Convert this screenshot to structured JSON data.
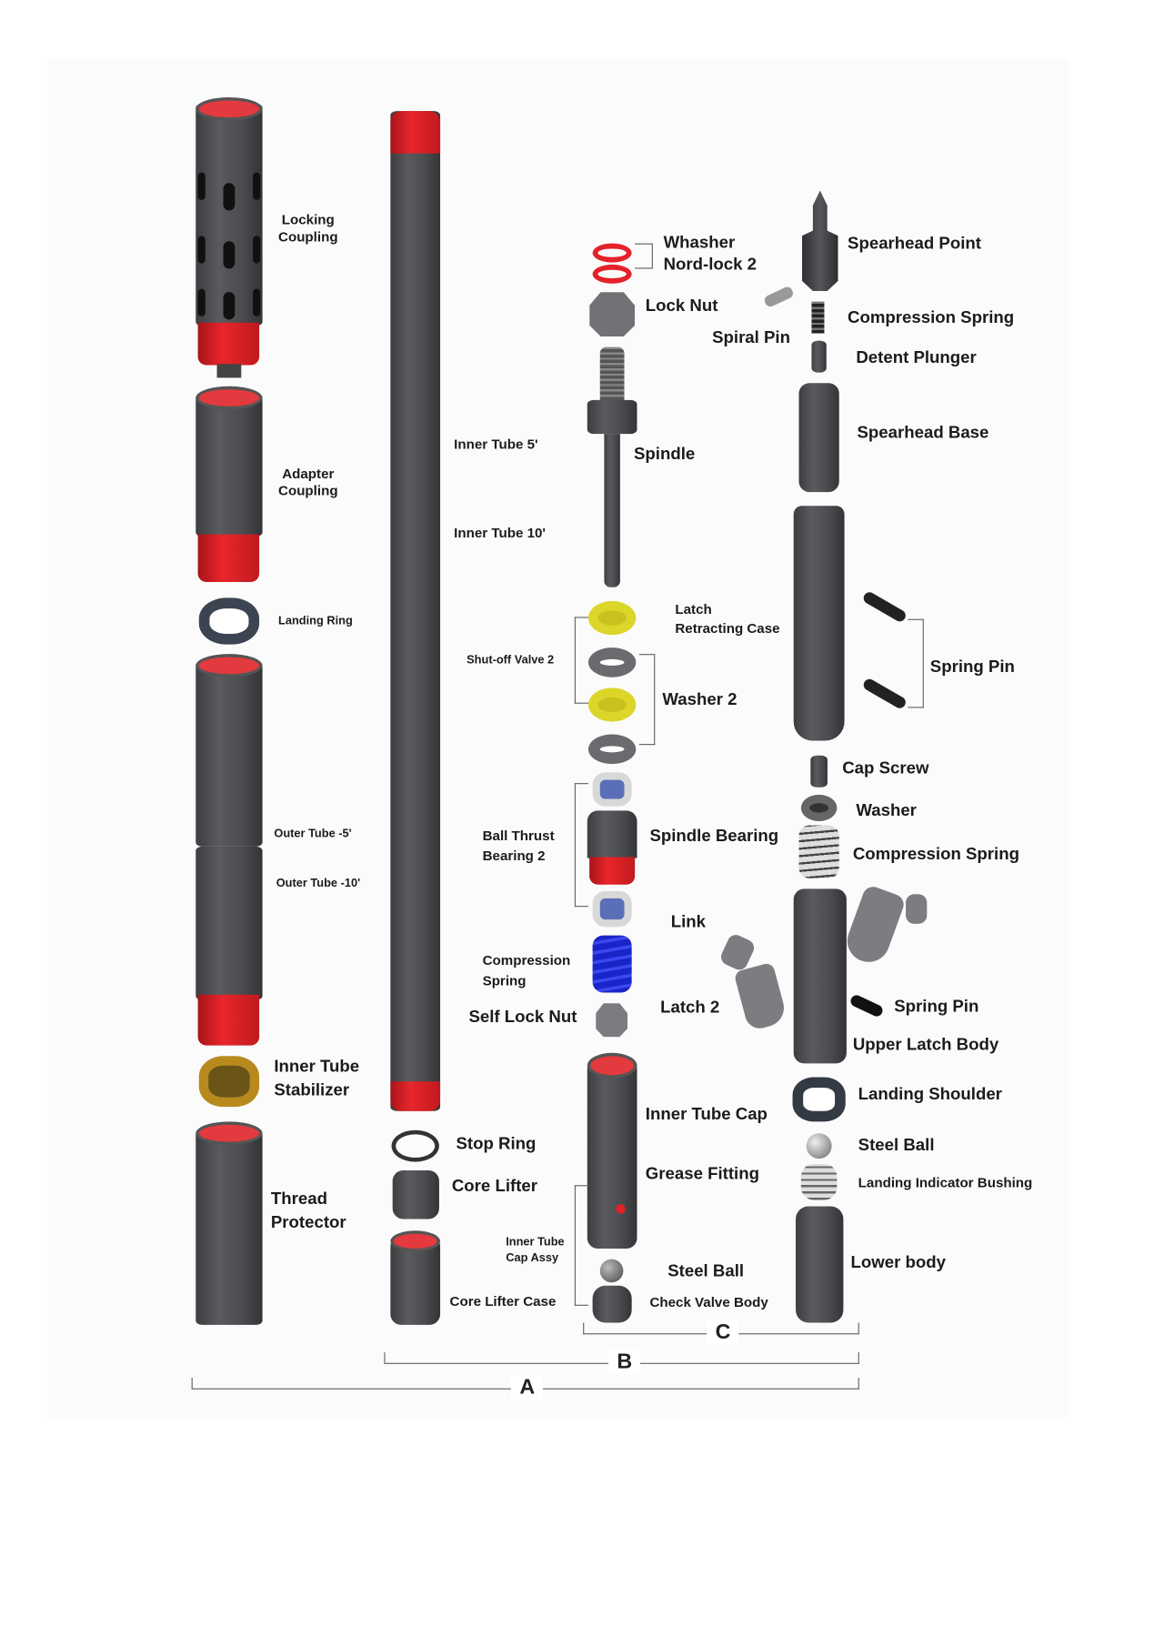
{
  "col_a": {
    "locking_coupling": [
      "Locking",
      "Coupling"
    ],
    "adapter_coupling": [
      "Adapter",
      "Coupling"
    ],
    "landing_ring": "Landing Ring",
    "outer_tube_5": "Outer Tube -5'",
    "outer_tube_10": "Outer Tube -10'",
    "inner_tube_stabilizer": [
      "Inner Tube",
      "Stabilizer"
    ],
    "thread_protector": [
      "Thread",
      "Protector"
    ]
  },
  "col_b": {
    "inner_tube_5": "Inner Tube 5'",
    "inner_tube_10": "Inner Tube 10'",
    "stop_ring": "Stop Ring",
    "core_lifter": "Core Lifter",
    "core_lifter_case": "Core Lifter Case"
  },
  "col_c": {
    "whasher": "Whasher",
    "nord_lock": "Nord-lock 2",
    "lock_nut": "Lock Nut",
    "spiral_pin": "Spiral Pin",
    "spindle": "Spindle",
    "latch_retracting_case": [
      "Latch",
      "Retracting Case"
    ],
    "shutoff_valve": "Shut-off Valve 2",
    "washer_2": "Washer 2",
    "ball_thrust_bearing": [
      "Ball Thrust",
      "Bearing 2"
    ],
    "spindle_bearing": "Spindle Bearing",
    "compression_spring": [
      "Compression",
      "Spring"
    ],
    "self_lock_nut": "Self Lock Nut",
    "link": "Link",
    "latch_2": "Latch 2",
    "inner_tube_cap": "Inner Tube Cap",
    "grease_fitting": "Grease Fitting",
    "inner_tube_cap_assy": [
      "Inner Tube",
      "Cap Assy"
    ],
    "steel_ball": "Steel Ball",
    "check_valve_body": "Check Valve Body"
  },
  "col_d": {
    "spearhead_point": "Spearhead Point",
    "compression_spring": "Compression Spring",
    "detent_plunger": "Detent Plunger",
    "spearhead_base": "Spearhead Base",
    "spring_pin": "Spring Pin",
    "cap_screw": "Cap Screw",
    "washer": "Washer",
    "compression_spring_2": "Compression Spring",
    "spring_pin_2": "Spring Pin",
    "upper_latch_body": "Upper Latch Body",
    "landing_shoulder": "Landing Shoulder",
    "steel_ball": "Steel Ball",
    "landing_indicator_bushing": "Landing Indicator Bushing",
    "lower_body": "Lower body"
  },
  "dimensions": {
    "a": "A",
    "b": "B",
    "c": "C"
  }
}
